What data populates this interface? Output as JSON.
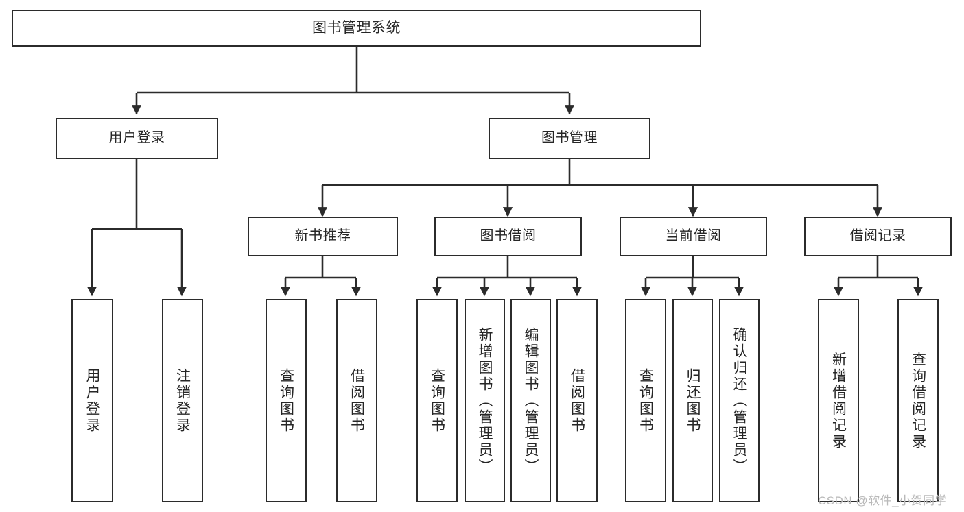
{
  "diagram": {
    "title_node": {
      "label": "图书管理系统"
    },
    "level2": [
      {
        "id": "user-login",
        "label": "用户登录"
      },
      {
        "id": "book-management",
        "label": "图书管理"
      }
    ],
    "level3": [
      {
        "id": "new-book-recommend",
        "label": "新书推荐"
      },
      {
        "id": "book-borrow",
        "label": "图书借阅"
      },
      {
        "id": "current-borrow",
        "label": "当前借阅"
      },
      {
        "id": "borrow-record",
        "label": "借阅记录"
      }
    ],
    "leaves": [
      {
        "id": "leaf-user-login",
        "label": "用户登录"
      },
      {
        "id": "leaf-logout-login",
        "label": "注销登录"
      },
      {
        "id": "leaf-query-book-1",
        "label": "查询图书"
      },
      {
        "id": "leaf-borrow-book-1",
        "label": "借阅图书"
      },
      {
        "id": "leaf-query-book-2",
        "label": "查询图书"
      },
      {
        "id": "leaf-add-book-admin",
        "label": "新增图书（管理员）"
      },
      {
        "id": "leaf-edit-book-admin",
        "label": "编辑图书（管理员）"
      },
      {
        "id": "leaf-borrow-book-2",
        "label": "借阅图书"
      },
      {
        "id": "leaf-query-book-3",
        "label": "查询图书"
      },
      {
        "id": "leaf-return-book",
        "label": "归还图书"
      },
      {
        "id": "leaf-confirm-return-admin",
        "label": "确认归还（管理员）"
      },
      {
        "id": "leaf-add-borrow-record",
        "label": "新增借阅记录"
      },
      {
        "id": "leaf-query-borrow-record",
        "label": "查询借阅记录"
      }
    ],
    "watermark": "CSDN @软件_小贺同学",
    "colors": {
      "stroke": "#2b2b2b",
      "text": "#262626",
      "background": "#ffffff",
      "watermark": "#b9b9b9"
    }
  }
}
